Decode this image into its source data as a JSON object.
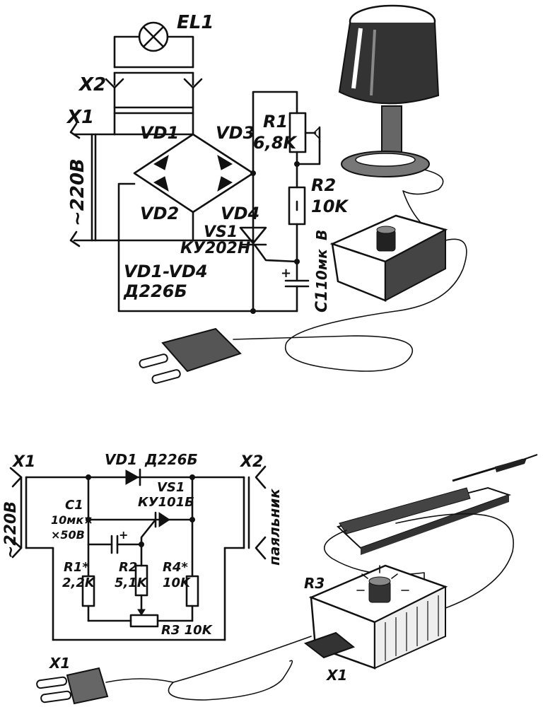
{
  "top": {
    "labels": {
      "el1": "EL1",
      "x2": "X2",
      "x1": "X1",
      "mains": "~220B",
      "vd1": "VD1",
      "vd3": "VD3",
      "vd2": "VD2",
      "vd4": "VD4",
      "r1": "R1",
      "r1v": "6,8K",
      "r2": "R2",
      "r2v": "10K",
      "vs1": "VS1",
      "vs1t": "КУ202Н",
      "vdgrp": "VD1-VD4",
      "vdtype": "Д226Б",
      "c1": "C1",
      "c1v": "10мк",
      "c1b": "В"
    }
  },
  "bottom": {
    "labels": {
      "x1": "X1",
      "x2": "X2",
      "mains": "~220B",
      "vd1": "VD1",
      "vd1t": "Д226Б",
      "vs1": "VS1",
      "vs1t": "КУ101Б",
      "c1": "C1",
      "c1v": "10мк×",
      "c1w": "×50В",
      "r1": "R1*",
      "r1v": "2,2K",
      "r2": "R2",
      "r2v": "5,1K",
      "r4": "R4*",
      "r4v": "10K",
      "r3": "R3 10K",
      "solder": "паяльник",
      "r3dev": "R3",
      "x1dev": "X1",
      "x1plug": "X1"
    }
  }
}
